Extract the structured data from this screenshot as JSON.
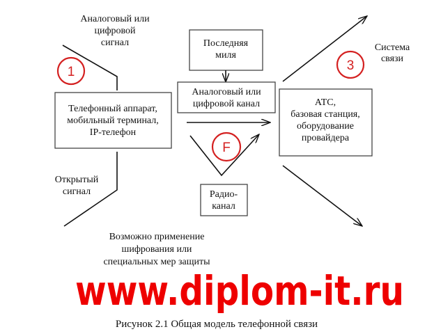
{
  "top_signal_label": [
    "Аналоговый или",
    "цифровой",
    "сигнал"
  ],
  "terminal_box": [
    "Телефонный аппарат,",
    "мобильный терминал,",
    "IP-телефон"
  ],
  "last_mile_box": [
    "Последняя",
    "миля"
  ],
  "channel_box": [
    "Аналоговый или",
    "цифровой канал"
  ],
  "radio_box": [
    "Радио-",
    "канал"
  ],
  "station_box": [
    "АТС,",
    "базовая станция,",
    "оборудование",
    "провайдера"
  ],
  "system_label": [
    "Система",
    "связи"
  ],
  "open_signal_label": [
    "Открытый",
    "сигнал"
  ],
  "protection_label": [
    "Возможно применение",
    "шифрования или",
    "специальных мер защиты"
  ],
  "markers": [
    "1",
    "F",
    "3"
  ],
  "caption": "Рисунок 2.1 Общая модель телефонной связи",
  "watermark": "www.diplom-it.ru",
  "colors": {
    "marker": "#d42020",
    "watermark": "#ee0000"
  }
}
